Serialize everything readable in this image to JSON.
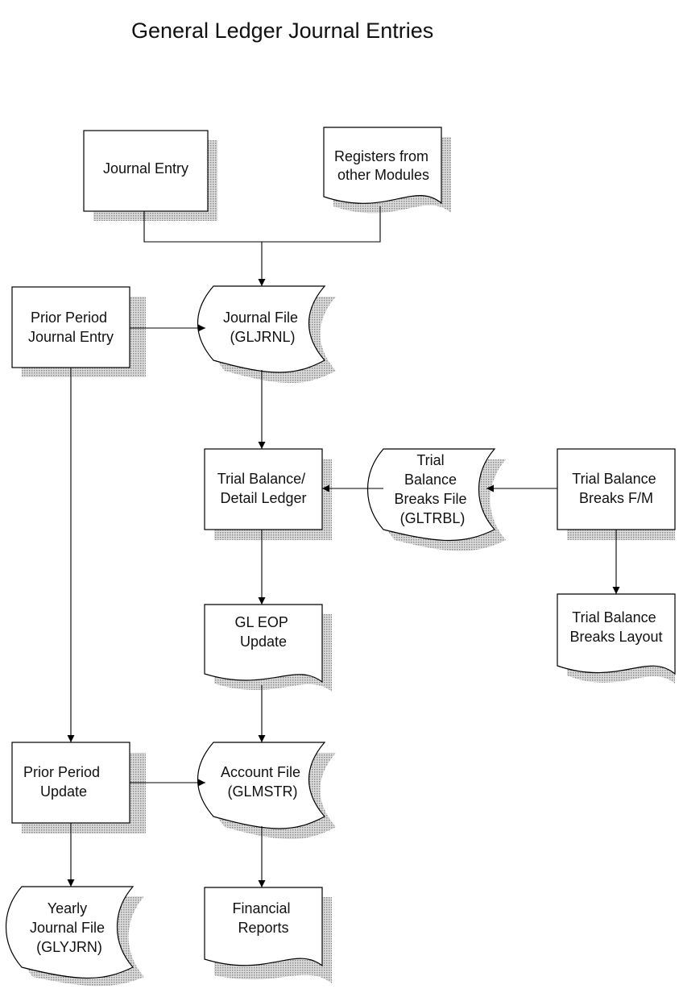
{
  "title": "General Ledger Journal Entries",
  "nodes": {
    "journal_entry": [
      "Journal Entry"
    ],
    "registers": [
      "Registers from",
      "other Modules"
    ],
    "prior_period_entry": [
      "Prior Period",
      "Journal Entry"
    ],
    "journal_file": [
      "Journal File",
      "(GLJRNL)"
    ],
    "trial_balance_ledger": [
      "Trial Balance/",
      "Detail Ledger"
    ],
    "trial_balance_breaks_file": [
      "Trial",
      "Balance",
      "Breaks File",
      "(GLTRBL)"
    ],
    "trial_balance_breaks_fm": [
      "Trial Balance",
      "Breaks F/M"
    ],
    "breaks_layout": [
      "Trial Balance",
      "Breaks Layout"
    ],
    "eop_update": [
      "GL EOP",
      "Update"
    ],
    "prior_period_update": [
      "Prior Period",
      "Update"
    ],
    "account_file": [
      "Account File",
      "(GLMSTR)"
    ],
    "yearly_journal_file": [
      "Yearly",
      "Journal File",
      "(GLYJRN)"
    ],
    "financial_reports": [
      "Financial",
      "Reports"
    ]
  },
  "colors": {
    "stroke": "#000000",
    "shadow": "#9a9a9a",
    "fill": "#ffffff"
  }
}
